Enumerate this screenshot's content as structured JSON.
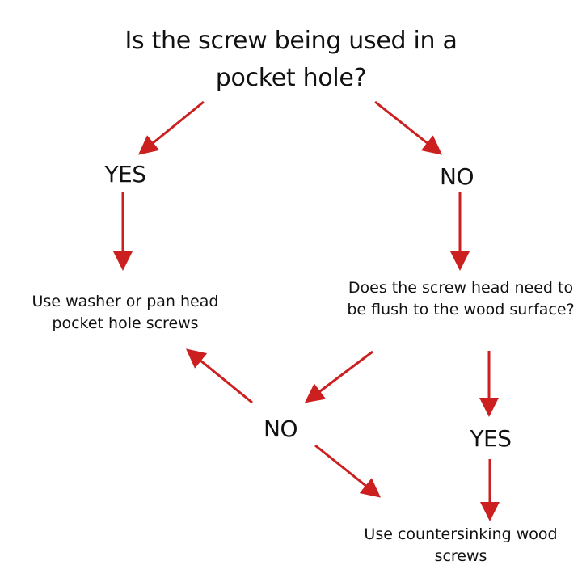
{
  "diagram": {
    "title": "Is the screw being used in a pocket hole?",
    "branch_yes_1": "YES",
    "branch_no_1": "NO",
    "result_pocket_screws": "Use washer or pan head pocket hole screws",
    "question_flush": "Does the screw head need to be flush to the wood surface?",
    "branch_no_2": "NO",
    "branch_yes_2": "YES",
    "result_countersinking": "Use countersinking wood screws",
    "arrow_color": "#cc1f1f",
    "text_color": "#111111"
  }
}
